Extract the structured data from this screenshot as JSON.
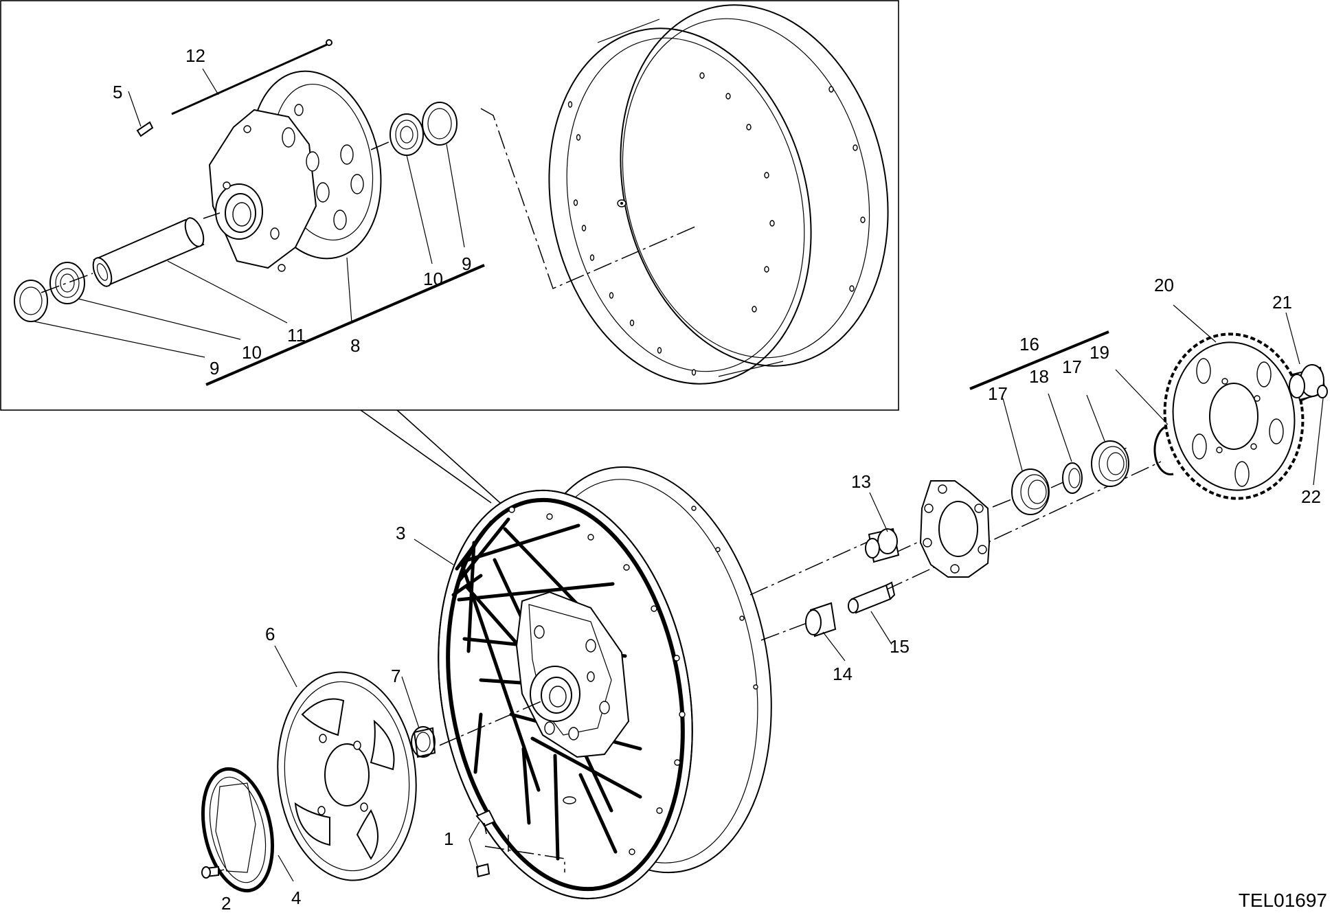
{
  "drawing_code": "TEL01697",
  "callouts": [
    {
      "id": "c1",
      "text": "1"
    },
    {
      "id": "c2",
      "text": "2"
    },
    {
      "id": "c3",
      "text": "3"
    },
    {
      "id": "c4",
      "text": "4"
    },
    {
      "id": "c5",
      "text": "5"
    },
    {
      "id": "c6",
      "text": "6"
    },
    {
      "id": "c7",
      "text": "7"
    },
    {
      "id": "c8",
      "text": "8"
    },
    {
      "id": "c9a",
      "text": "9"
    },
    {
      "id": "c9b",
      "text": "9"
    },
    {
      "id": "c10a",
      "text": "10"
    },
    {
      "id": "c10b",
      "text": "10"
    },
    {
      "id": "c11",
      "text": "11"
    },
    {
      "id": "c12",
      "text": "12"
    },
    {
      "id": "c13",
      "text": "13"
    },
    {
      "id": "c14",
      "text": "14"
    },
    {
      "id": "c15",
      "text": "15"
    },
    {
      "id": "c16",
      "text": "16"
    },
    {
      "id": "c17a",
      "text": "17"
    },
    {
      "id": "c17b",
      "text": "17"
    },
    {
      "id": "c18",
      "text": "18"
    },
    {
      "id": "c19",
      "text": "19"
    },
    {
      "id": "c20",
      "text": "20"
    },
    {
      "id": "c21",
      "text": "21"
    },
    {
      "id": "c22",
      "text": "22"
    }
  ]
}
